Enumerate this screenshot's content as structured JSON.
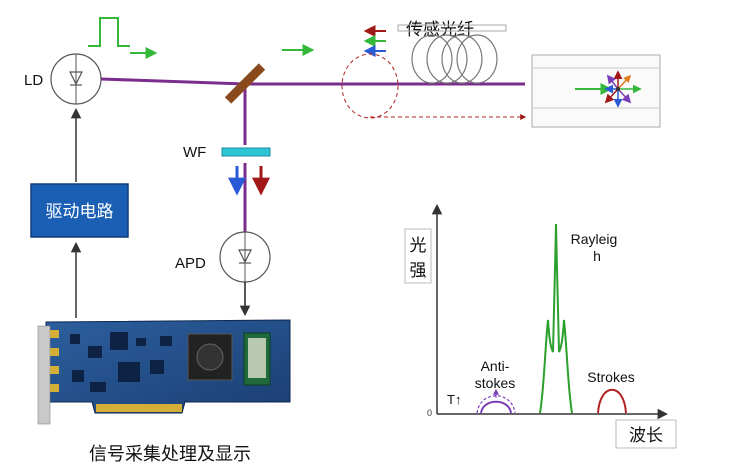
{
  "labels": {
    "ld": "LD",
    "driver": "驱动电路",
    "wf": "WF",
    "apd": "APD",
    "daq": "信号采集处理及显示",
    "fiber": "传感光纤"
  },
  "spectrum": {
    "ylabel_top": "光",
    "ylabel_bottom": "强",
    "xlabel": "波长",
    "rayleigh_line1": "Rayleig",
    "rayleigh_line2": "h",
    "anti_line1": "Anti-",
    "anti_line2": "stokes",
    "strokes": "Strokes",
    "temp_symbol": "T↑",
    "origin": "0"
  },
  "colors": {
    "fiber": "#7b2d8e",
    "driver_box": "#1a5fb4",
    "mirror": "#8a4a1c",
    "wf_filter": "#2ec4d6",
    "pulse_green": "#35b83a",
    "arrow_red": "#a01818",
    "arrow_blue": "#2a5bd7",
    "rayleigh_peak": "#2ca02c",
    "strokes_peak": "#b22222",
    "anti_peak": "#7a3db8"
  }
}
